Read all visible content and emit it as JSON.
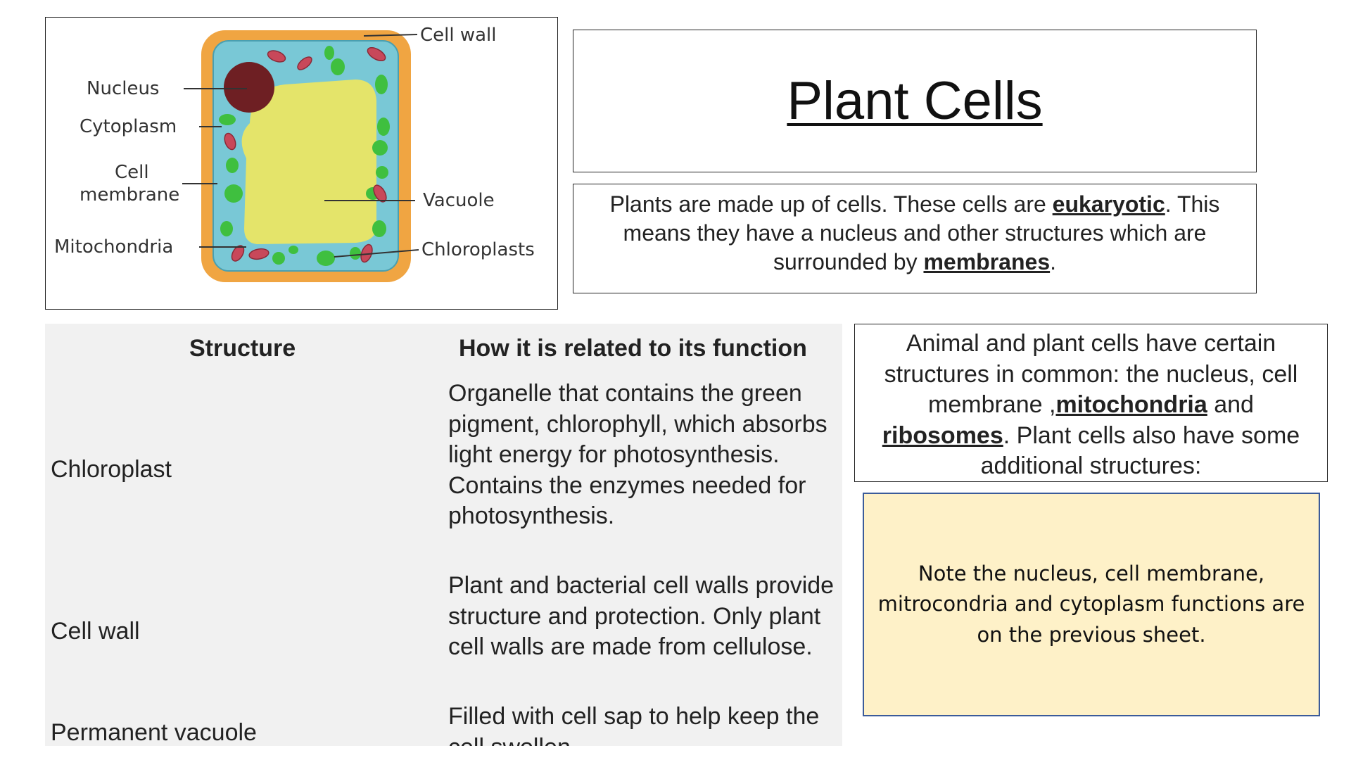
{
  "diagram": {
    "labels": {
      "cell_wall": "Cell wall",
      "nucleus": "Nucleus",
      "cytoplasm": "Cytoplasm",
      "cell_membrane_1": "Cell",
      "cell_membrane_2": "membrane",
      "vacuole": "Vacuole",
      "mitochondria": "Mitochondria",
      "chloroplasts": "Chloroplasts"
    },
    "colors": {
      "wall": "#f0a542",
      "cytoplasm": "#79c8d6",
      "vacuole": "#e4e46a",
      "nucleus": "#6e1f23",
      "chloroplast": "#3fbf3f",
      "mitochondria": "#c8485a"
    }
  },
  "title": "Plant Cells",
  "intro": {
    "part1": "Plants are made up of cells. These cells are ",
    "kw1": "eukaryotic",
    "part2": ". This means they have a nucleus and other structures which are surrounded by ",
    "kw2": "membranes",
    "part3": "."
  },
  "table": {
    "headers": [
      "Structure",
      "How it is related to its function"
    ],
    "rows": [
      {
        "structure": "Chloroplast",
        "function": "Organelle that contains the green pigment, chlorophyll, which absorbs light energy for photosynthesis. Contains the enzymes needed for photosynthesis."
      },
      {
        "structure": "Cell wall",
        "function": "Plant and bacterial cell walls provide structure and protection. Only plant cell walls are made from cellulose."
      },
      {
        "structure": "Permanent vacuole",
        "function": "Filled with cell sap to help keep the cell swollen."
      }
    ]
  },
  "common": {
    "part1": "Animal and plant cells have certain structures in common: the nucleus, cell membrane ,",
    "kw1": "mitochondria",
    "part2": " and ",
    "kw2": "ribosomes",
    "part3": ". Plant cells also have some additional structures:"
  },
  "note": "Note the nucleus, cell membrane, mitrocondria and cytoplasm functions are on the previous sheet."
}
